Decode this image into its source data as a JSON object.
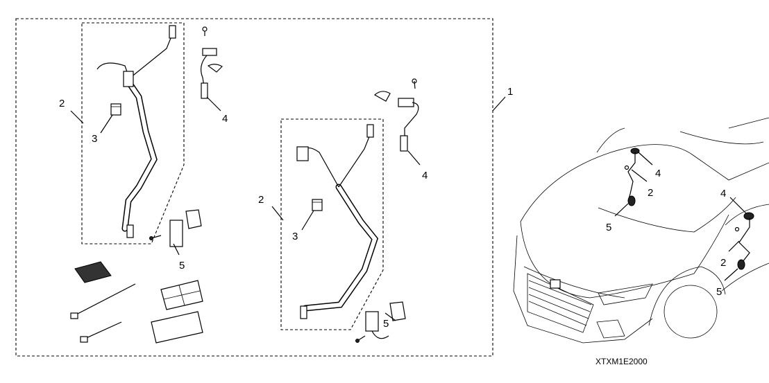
{
  "diagram": {
    "kit_label": "1",
    "left_group": {
      "harness": "2",
      "fuse": "3",
      "ground_wire": "4",
      "switch": "5"
    },
    "center_group": {
      "harness": "2",
      "fuse": "3",
      "ground_wire": "4",
      "switch": "5"
    },
    "vehicle_callouts": {
      "left_ground": "4",
      "left_harness": "2",
      "left_switch": "5",
      "right_ground": "4",
      "right_harness": "2",
      "right_switch": "5"
    },
    "figure_code": "XTXM1E2000"
  }
}
